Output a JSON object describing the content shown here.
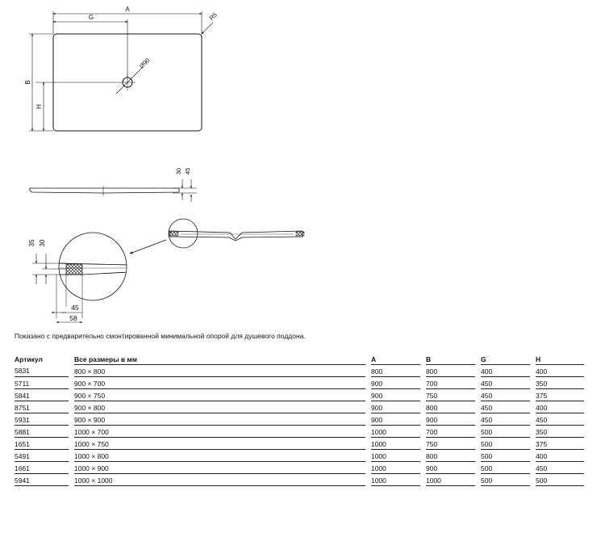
{
  "plan_view": {
    "dim_A": "A",
    "dim_G": "G",
    "dim_B": "B",
    "dim_H": "H",
    "radius": "R5",
    "drain_diameter": "Ø90"
  },
  "side_view": {
    "dim_30": "30",
    "dim_45": "45"
  },
  "detail_view": {
    "dim_35": "35",
    "dim_30": "30",
    "dim_45": "45",
    "dim_58": "58"
  },
  "caption": "Показано с предварительно смонтированной минимальной опорой для душевого поддона.",
  "table": {
    "headers": {
      "article": "Артикул",
      "sizes": "Все размеры в мм",
      "a": "A",
      "b": "B",
      "g": "G",
      "h": "H"
    },
    "rows": [
      {
        "article": "5831",
        "size": "800 × 800",
        "a": "800",
        "b": "800",
        "g": "400",
        "h": "400"
      },
      {
        "article": "5711",
        "size": "900 × 700",
        "a": "900",
        "b": "700",
        "g": "450",
        "h": "350"
      },
      {
        "article": "5841",
        "size": "900 × 750",
        "a": "900",
        "b": "750",
        "g": "450",
        "h": "375"
      },
      {
        "article": "8751",
        "size": "900 × 800",
        "a": "900",
        "b": "800",
        "g": "450",
        "h": "400"
      },
      {
        "article": "5931",
        "size": "900 × 900",
        "a": "900",
        "b": "900",
        "g": "450",
        "h": "450"
      },
      {
        "article": "5881",
        "size": "1000 × 700",
        "a": "1000",
        "b": "700",
        "g": "500",
        "h": "350"
      },
      {
        "article": "1651",
        "size": "1000 × 750",
        "a": "1000",
        "b": "750",
        "g": "500",
        "h": "375"
      },
      {
        "article": "5491",
        "size": "1000 × 800",
        "a": "1000",
        "b": "800",
        "g": "500",
        "h": "400"
      },
      {
        "article": "1661",
        "size": "1000 × 900",
        "a": "1000",
        "b": "900",
        "g": "500",
        "h": "450"
      },
      {
        "article": "5941",
        "size": "1000 × 1000",
        "a": "1000",
        "b": "1000",
        "g": "500",
        "h": "500"
      }
    ]
  }
}
